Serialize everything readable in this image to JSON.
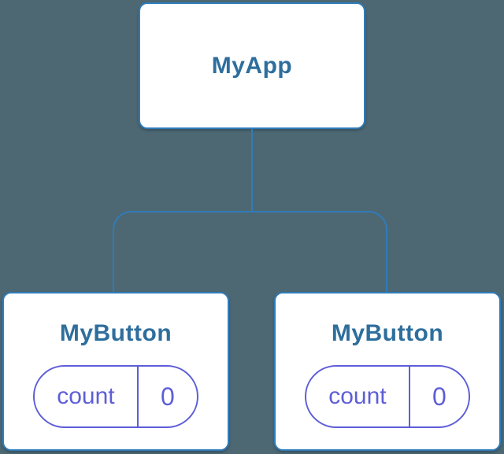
{
  "diagram": {
    "description": "Component tree: MyApp parent with two MyButton children, each holding count state",
    "colors": {
      "background": "#4d6873",
      "node_fill": "#ffffff",
      "node_border": "#2f7cba",
      "node_label": "#2e6e9d",
      "connector": "#2f7cba",
      "state_accent": "#5e5ed8"
    },
    "root": {
      "label": "MyApp"
    },
    "children": [
      {
        "label": "MyButton",
        "state": {
          "name": "count",
          "value": "0"
        }
      },
      {
        "label": "MyButton",
        "state": {
          "name": "count",
          "value": "0"
        }
      }
    ]
  }
}
